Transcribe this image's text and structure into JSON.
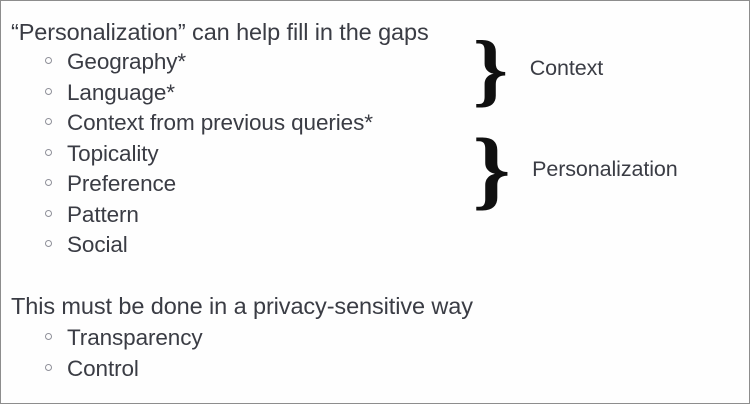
{
  "slide": {
    "background_color": "#fefefe",
    "border_color": "#8d8d8d",
    "text_color": "#3a3c44",
    "brace_color": "#101010",
    "bullet_marker_color": "#8f9099"
  },
  "section_personalization": {
    "heading": "“Personalization” can help fill in the gaps",
    "items": [
      {
        "label": "Geography*"
      },
      {
        "label": "Language*"
      },
      {
        "label": "Context from previous queries*"
      },
      {
        "label": "Topicality"
      },
      {
        "label": "Preference"
      },
      {
        "label": "Pattern"
      },
      {
        "label": "Social"
      }
    ],
    "groups": [
      {
        "label": "Context",
        "brace": "}"
      },
      {
        "label": "Personalization",
        "brace": "}"
      }
    ]
  },
  "section_privacy": {
    "heading": "This must be done in a privacy-sensitive way",
    "items": [
      {
        "label": "Transparency"
      },
      {
        "label": "Control"
      }
    ]
  }
}
